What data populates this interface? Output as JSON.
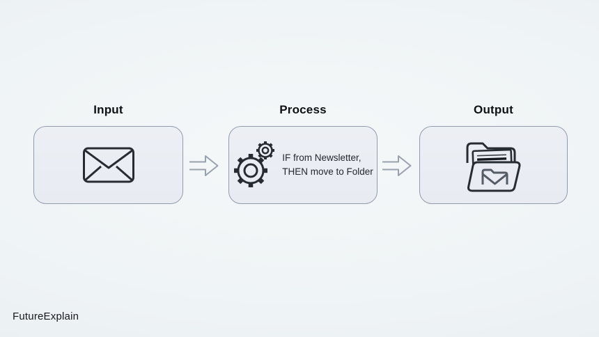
{
  "steps": [
    {
      "title": "Input",
      "icon": "envelope-icon"
    },
    {
      "title": "Process",
      "icon": "gears-icon",
      "text_line1": "IF from Newsletter,",
      "text_line2": "THEN move to Folder"
    },
    {
      "title": "Output",
      "icon": "folder-open-icon"
    }
  ],
  "watermark": "FutureExplain",
  "colors": {
    "background_center": "#f5f8f9",
    "background_edge": "#e7edf0",
    "box_fill": "#e9ecf2",
    "box_border": "#929bac",
    "icon_stroke": "#272b32",
    "arrow_stroke": "#99a1ad",
    "title_text": "#0e1013",
    "body_text": "#23272e"
  }
}
